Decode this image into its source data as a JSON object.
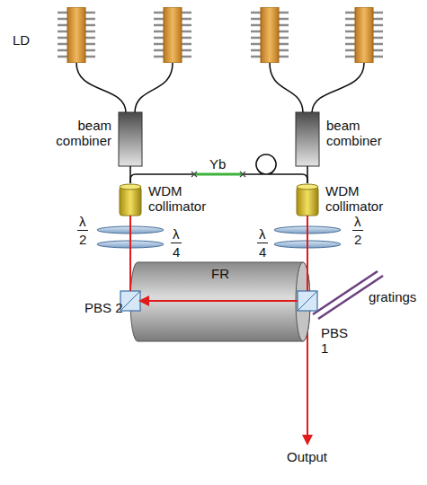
{
  "diagram": {
    "nodes": [
      {
        "text": [
          "beam combiner"
        ]
      },
      {
        "text": [
          "beam combiner"
        ]
      },
      {
        "text": [
          "WDM collimator"
        ]
      },
      {
        "text": [
          "WDM collimator"
        ]
      },
      {
        "text": [
          "FR"
        ]
      },
      {
        "text": [
          "PBS 2"
        ]
      },
      {
        "text": [
          "PBS 1"
        ]
      }
    ],
    "edges": [
      {
        "from": 0,
        "to": 2,
        "arrow": "none"
      },
      {
        "from": 1,
        "to": 3,
        "arrow": "none"
      },
      {
        "from": 2,
        "to": 3,
        "arrow": "none",
        "label": "Yb"
      },
      {
        "from": 2,
        "to": 5,
        "arrow": "none"
      },
      {
        "from": 3,
        "to": 6,
        "arrow": "none"
      },
      {
        "from": 6,
        "to": 5,
        "arrow": "to"
      }
    ],
    "labels": [
      "LD",
      "λ",
      "2",
      "λ",
      "4",
      "λ",
      "4",
      "λ",
      "2",
      "gratings",
      "Output"
    ]
  }
}
